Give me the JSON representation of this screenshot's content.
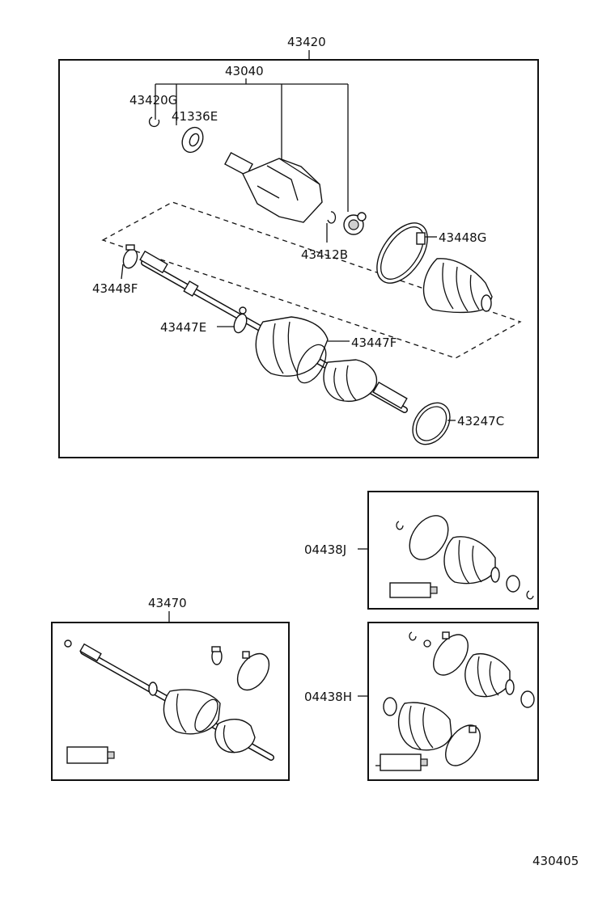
{
  "labels": {
    "assembly_top": "43420",
    "joint_inner": "43040",
    "clip_g": "43420G",
    "seal_e": "41336E",
    "snap_ring_b": "43412B",
    "clamp_g": "43448G",
    "clamp_f": "43448F",
    "clamp_e": "43447E",
    "clamp_boot_f": "43447F",
    "ring_c": "43247C",
    "boot_kit_j": "04438J",
    "assembly_lower": "43470",
    "boot_kit_h": "04438H",
    "diagram_code": "430405"
  }
}
